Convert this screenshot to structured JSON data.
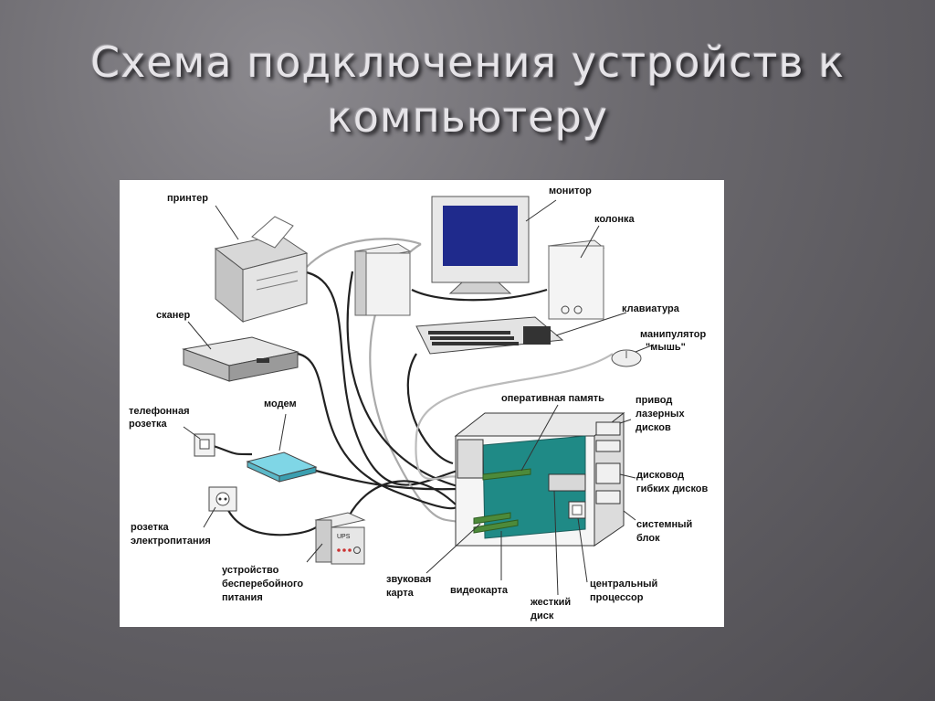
{
  "title": {
    "line1": "Схема подключения устройств к",
    "line2": "компьютеру"
  },
  "labels": {
    "printer": "принтер",
    "monitor": "монитор",
    "speaker": "колонка",
    "keyboard": "клавиатура",
    "mouse_line1": "манипулятор",
    "mouse_line2": "\"мышь\"",
    "scanner": "сканер",
    "ram": "оперативная память",
    "cd_line1": "привод",
    "cd_line2": "лазерных",
    "cd_line3": "дисков",
    "phone_line1": "телефонная",
    "phone_line2": "розетка",
    "modem": "модем",
    "floppy_line1": "дисковод",
    "floppy_line2": "гибких дисков",
    "sysunit_line1": "системный",
    "sysunit_line2": "блок",
    "socket_line1": "розетка",
    "socket_line2": "электропитания",
    "ups_line1": "устройство",
    "ups_line2": "бесперебойного",
    "ups_line3": "питания",
    "ups_badge": "UPS",
    "sound_line1": "звуковая",
    "sound_line2": "карта",
    "video": "видеокарта",
    "hdd_line1": "жесткий",
    "hdd_line2": "диск",
    "cpu_line1": "центральный",
    "cpu_line2": "процессор"
  },
  "colors": {
    "monitor_screen": "#1f2a8c",
    "motherboard": "#1f8a86",
    "card_green": "#4d8a3a",
    "modem_cyan": "#7fd6e6"
  }
}
